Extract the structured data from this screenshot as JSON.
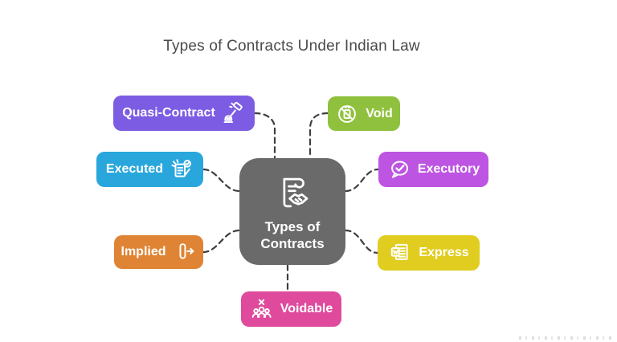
{
  "title": "Types of Contracts Under Indian Law",
  "center_node": {
    "label_lines": [
      "Types of",
      "Contracts"
    ],
    "color": "#6A6A6A",
    "icon": "contract-scroll-handshake-icon"
  },
  "nodes": {
    "quasi_contract": {
      "label": "Quasi-Contract",
      "color": "#7D5CE4",
      "icon": "gavel-auction-icon",
      "icon_side": "right"
    },
    "executed": {
      "label": "Executed",
      "color": "#29A7DC",
      "icon": "document-signed-check-icon",
      "icon_side": "right"
    },
    "implied": {
      "label": "Implied",
      "color": "#DF8434",
      "icon": "door-exit-arrow-icon",
      "icon_side": "right"
    },
    "void": {
      "label": "Void",
      "color": "#90C13E",
      "icon": "prohibited-phone-icon",
      "icon_side": "left"
    },
    "executory": {
      "label": "Executory",
      "color": "#BD55E2",
      "icon": "chat-check-icon",
      "icon_side": "left"
    },
    "express": {
      "label": "Express",
      "color": "#E1CD20",
      "icon": "word-document-icon",
      "icon_side": "left"
    },
    "voidable": {
      "label": "Voidable",
      "color": "#DF4A9D",
      "icon": "group-cancel-icon",
      "icon_side": "left"
    }
  },
  "colors": {
    "background": "#FFFFFF",
    "title_text": "#4A4A4A",
    "node_text": "#FFFFFF",
    "connector": "#3F3F3F"
  }
}
